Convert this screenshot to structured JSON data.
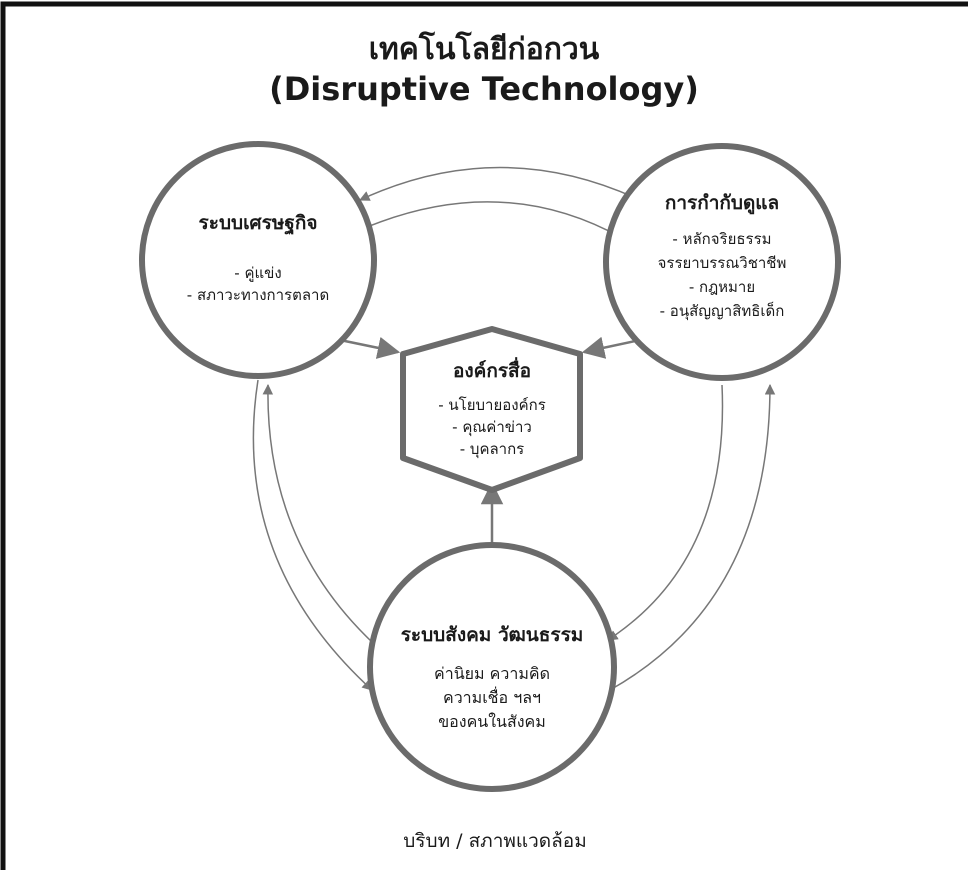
{
  "title": {
    "line1": "เทคโนโลยีก่อกวน",
    "line2": "(Disruptive Technology)"
  },
  "nodes": {
    "economy": {
      "heading": "ระบบเศรษฐกิจ",
      "items": [
        "- คู่แข่ง",
        "- สภาวะทางการตลาด"
      ]
    },
    "regulation": {
      "heading": "การกำกับดูแล",
      "items": [
        "- หลักจริยธรรม",
        "จรรยาบรรณวิชาชีพ",
        "- กฎหมาย",
        "- อนุสัญญาสิทธิเด็ก"
      ]
    },
    "media_org": {
      "heading": "องค์กรสื่อ",
      "items": [
        "- นโยบายองค์กร",
        "- คุณค่าข่าว",
        "- บุคลากร"
      ]
    },
    "society": {
      "heading": "ระบบสังคม วัฒนธรรม",
      "items": [
        "ค่านิยม ความคิด",
        "ความเชื่อ ฯลฯ",
        "ของคนในสังคม"
      ]
    }
  },
  "context_label": "บริบท / สภาพแวดล้อม",
  "colors": {
    "node_stroke": "#6b6b6b",
    "arrow": "#777777",
    "frame": "#111111"
  }
}
